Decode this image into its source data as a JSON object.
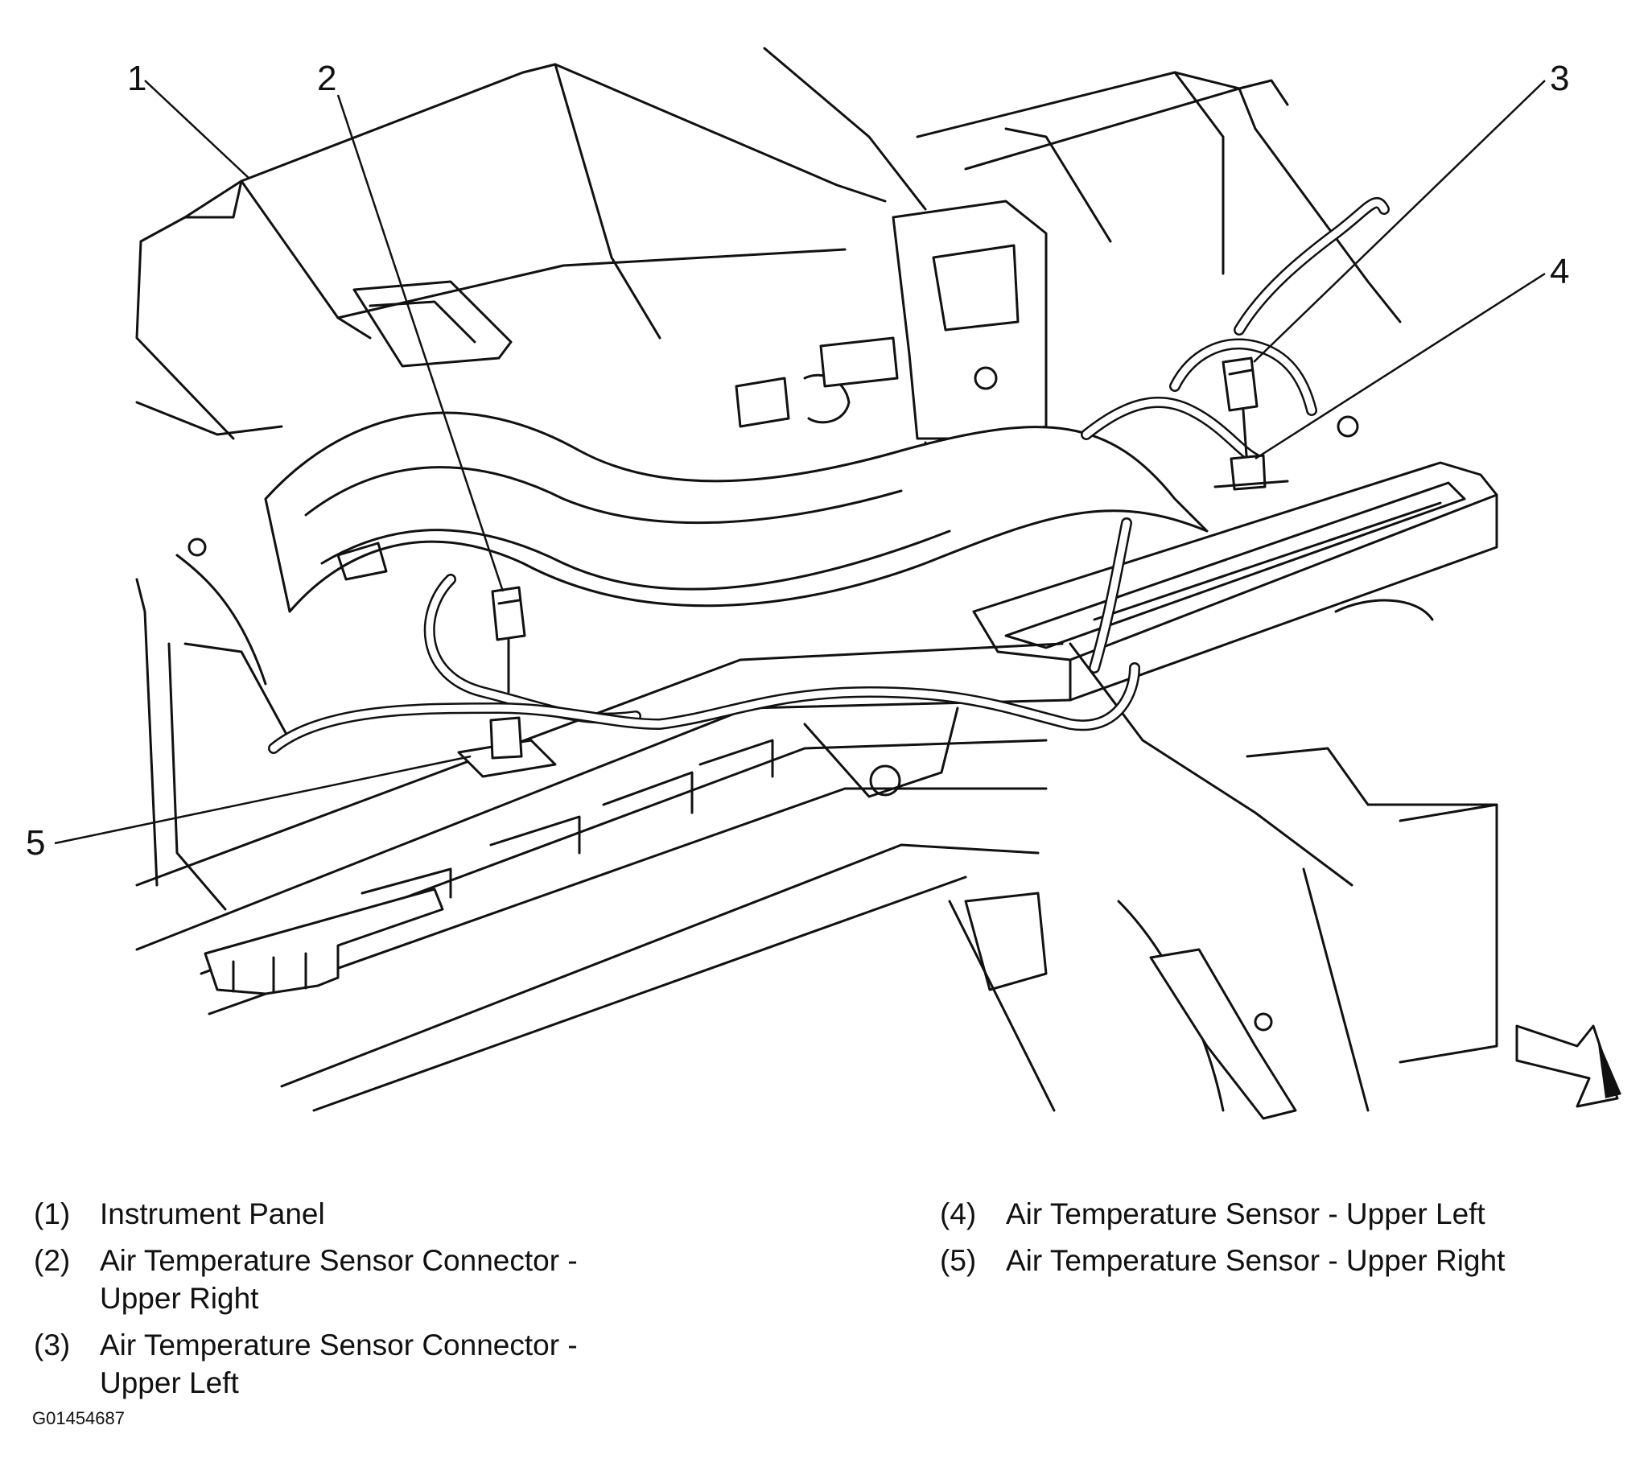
{
  "callouts": [
    "1",
    "2",
    "3",
    "4",
    "5"
  ],
  "legend": [
    {
      "num": "(1)",
      "text": "Instrument Panel",
      "text2": ""
    },
    {
      "num": "(2)",
      "text": "Air Temperature Sensor Connector -",
      "text2": "Upper Right"
    },
    {
      "num": "(3)",
      "text": "Air Temperature Sensor Connector -",
      "text2": "Upper Left"
    },
    {
      "num": "(4)",
      "text": "Air Temperature Sensor - Upper Left",
      "text2": ""
    },
    {
      "num": "(5)",
      "text": "Air Temperature Sensor - Upper Right",
      "text2": ""
    }
  ],
  "figure_id": "G01454687",
  "icons": {
    "direction_arrow": "forward-arrow-icon"
  }
}
